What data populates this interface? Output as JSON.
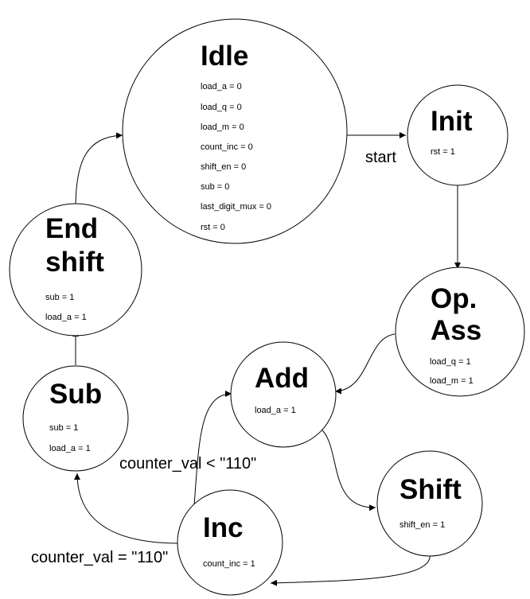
{
  "states": {
    "idle": {
      "name": [
        "Idle"
      ],
      "assignments": [
        "load_a = 0",
        "load_q = 0",
        "load_m = 0",
        "count_inc = 0",
        "shift_en = 0",
        "sub = 0",
        "last_digit_mux = 0",
        "rst = 0"
      ]
    },
    "init": {
      "name": [
        "Init"
      ],
      "assignments": [
        "rst = 1"
      ]
    },
    "opass": {
      "name": [
        "Op.",
        "Ass"
      ],
      "assignments": [
        "load_q = 1",
        "load_m = 1"
      ]
    },
    "add": {
      "name": [
        "Add"
      ],
      "assignments": [
        "load_a = 1"
      ]
    },
    "shift": {
      "name": [
        "Shift"
      ],
      "assignments": [
        "shift_en = 1"
      ]
    },
    "inc": {
      "name": [
        "Inc"
      ],
      "assignments": [
        "count_inc = 1"
      ]
    },
    "sub": {
      "name": [
        "Sub"
      ],
      "assignments": [
        "sub = 1",
        "load_a = 1"
      ]
    },
    "endshift": {
      "name": [
        "End",
        "shift"
      ],
      "assignments": [
        "sub = 1",
        "load_a = 1"
      ]
    }
  },
  "edge_labels": {
    "start": "start",
    "counter_lt": "counter_val < \"110\"",
    "counter_eq": "counter_val = \"110\""
  }
}
